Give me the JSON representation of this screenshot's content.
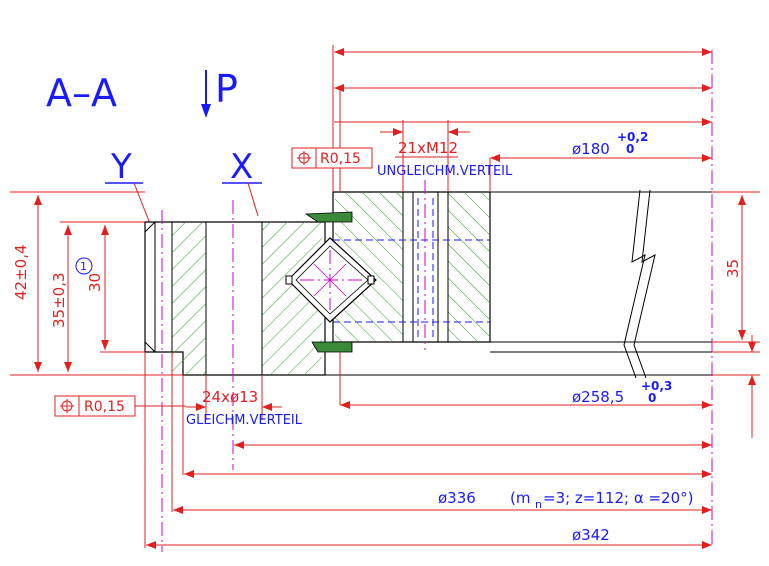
{
  "section": {
    "label": "A–A",
    "view_letter": "P"
  },
  "markers": {
    "y": "Y",
    "x": "X"
  },
  "tolerance_frames": {
    "top": {
      "symbol": "⌖",
      "value": "R0,15"
    },
    "left": {
      "symbol": "⌖",
      "value": "R0,15"
    }
  },
  "holes_top": {
    "count_spec": "21xM12",
    "note": "UNGLEICHM.VERTEIL"
  },
  "holes_bottom": {
    "count_spec": "24xø13",
    "note": "GLEICHM.VERTEIL"
  },
  "dimensions": {
    "d180": {
      "value": "ø180",
      "tol_upper": "+0,2",
      "tol_lower": "0"
    },
    "d258": {
      "value": "ø258,5",
      "tol_upper": "+0,3",
      "tol_lower": "0"
    },
    "d336": {
      "value": "ø336",
      "gear_prefix": "(m",
      "gear_sub": "n",
      "gear_rest": "=3;  z=112; α  =20°)"
    },
    "d342": {
      "value": "ø342"
    },
    "h42": {
      "value": "42±0,4"
    },
    "h35tol": {
      "value": "35±0,3"
    },
    "h30": {
      "value": "30"
    },
    "h35": {
      "value": "35"
    },
    "circle_ref": {
      "value": "1"
    }
  },
  "colors": {
    "outline": "#000000",
    "dimension": "#e02020",
    "text": "#1a1aff",
    "centerline": "#d000d0",
    "hatch": "#2e9e2e",
    "seal": "#3a8a3a"
  }
}
